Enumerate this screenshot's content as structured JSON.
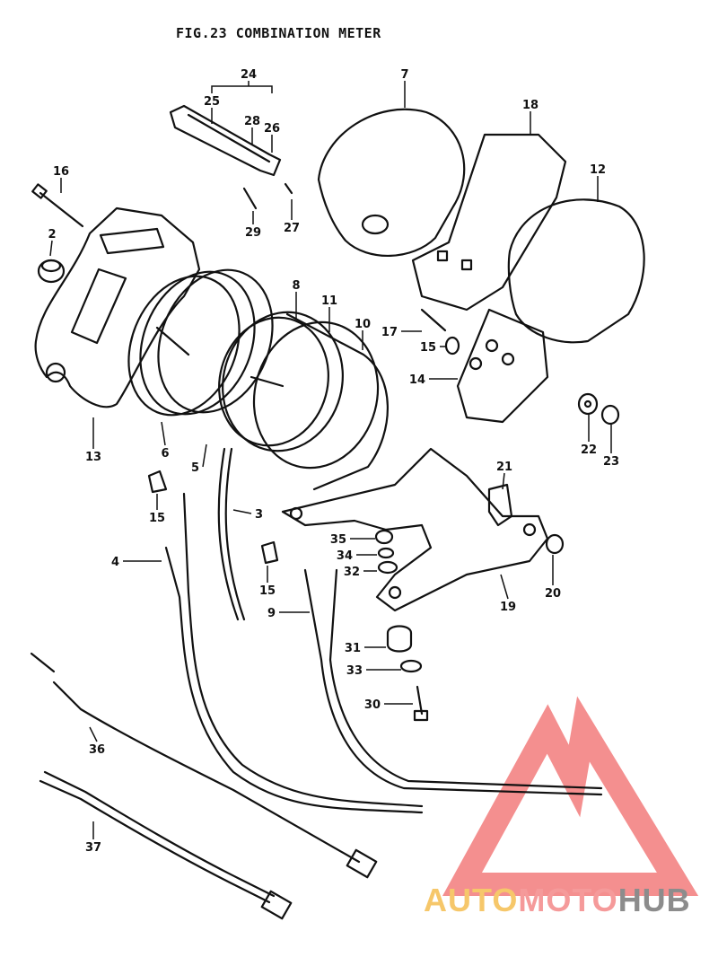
{
  "title": "FIG.23 COMBINATION METER",
  "brand": {
    "parts": [
      "AUTO",
      "MOTO",
      "HUB"
    ],
    "colors": [
      "#f6c76a",
      "#f59a9a",
      "#8c8c8c"
    ],
    "logo_color": "#f06a6a"
  },
  "callouts": [
    {
      "label": "2"
    },
    {
      "label": "3"
    },
    {
      "label": "4"
    },
    {
      "label": "5"
    },
    {
      "label": "6"
    },
    {
      "label": "7"
    },
    {
      "label": "8"
    },
    {
      "label": "9"
    },
    {
      "label": "10"
    },
    {
      "label": "11"
    },
    {
      "label": "12"
    },
    {
      "label": "13"
    },
    {
      "label": "14"
    },
    {
      "label": "15"
    },
    {
      "label": "15"
    },
    {
      "label": "15"
    },
    {
      "label": "16"
    },
    {
      "label": "17"
    },
    {
      "label": "18"
    },
    {
      "label": "19"
    },
    {
      "label": "20"
    },
    {
      "label": "21"
    },
    {
      "label": "22"
    },
    {
      "label": "23"
    },
    {
      "label": "24"
    },
    {
      "label": "25"
    },
    {
      "label": "26"
    },
    {
      "label": "27"
    },
    {
      "label": "28"
    },
    {
      "label": "29"
    },
    {
      "label": "30"
    },
    {
      "label": "31"
    },
    {
      "label": "32"
    },
    {
      "label": "33"
    },
    {
      "label": "34"
    },
    {
      "label": "35"
    },
    {
      "label": "36"
    },
    {
      "label": "37"
    }
  ]
}
